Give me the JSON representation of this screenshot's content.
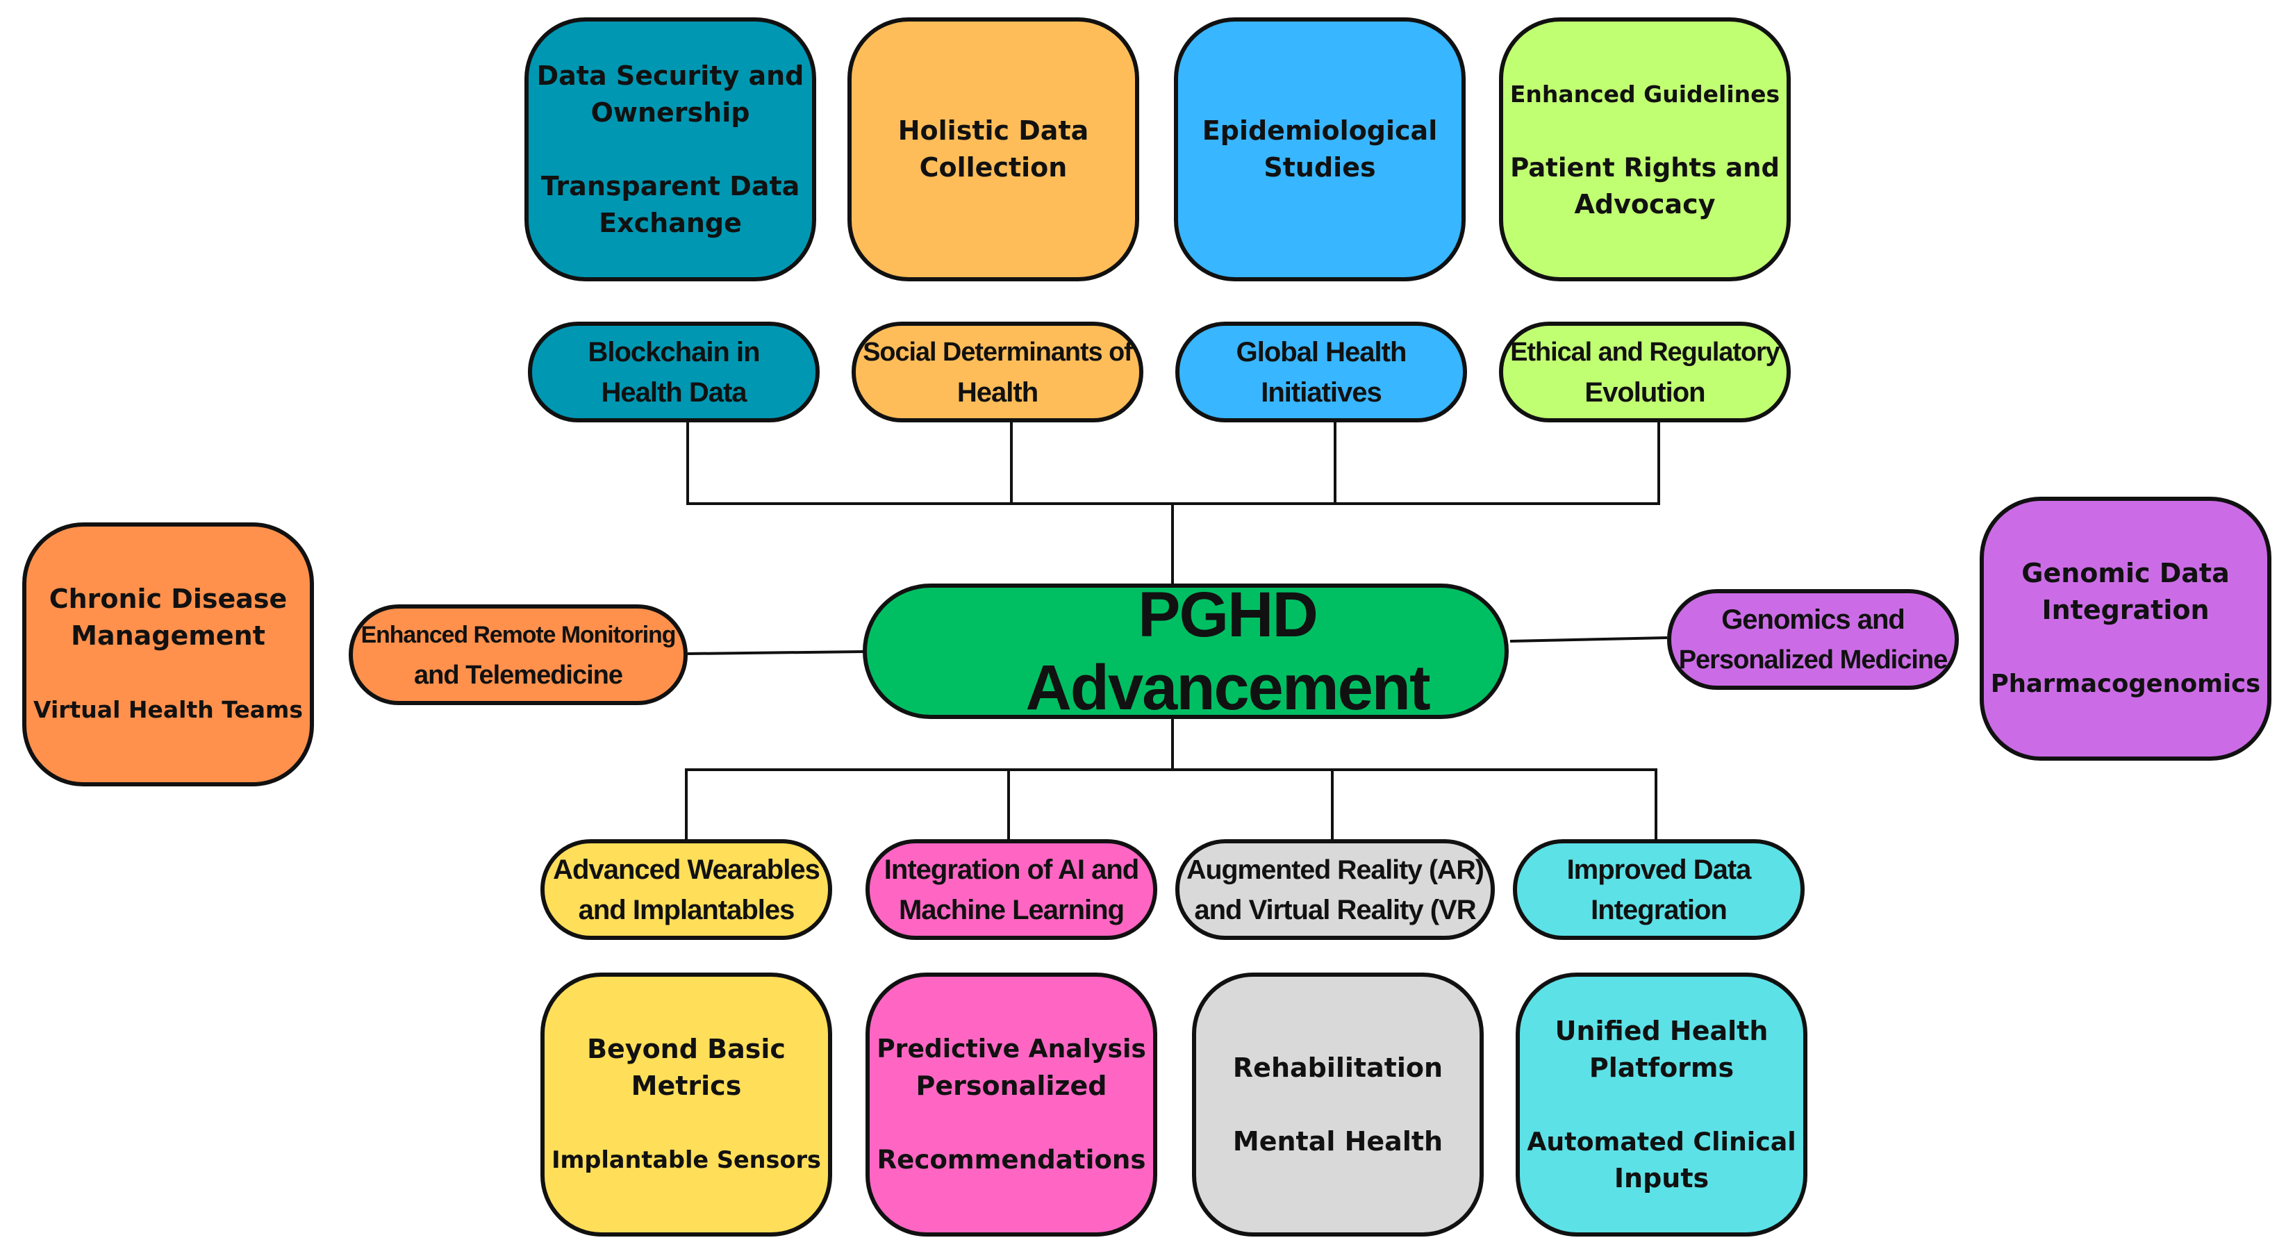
{
  "colors": {
    "teal": "#0097b2",
    "orange_light": "#ffbd59",
    "sky_blue": "#38b6ff",
    "lime": "#c1ff72",
    "orange": "#ff914d",
    "green": "#00bf63",
    "purple": "#cb6ce6",
    "yellow": "#ffde59",
    "pink": "#ff66c4",
    "gray": "#d9d9d9",
    "cyan": "#5ce1e6",
    "outline": "#111111"
  },
  "center": {
    "label": "PGHD Advancement"
  },
  "top_branches": [
    {
      "topic": [
        "Blockchain in",
        "Health Data"
      ],
      "details": [
        [
          "Data Security and",
          "Ownership"
        ],
        [
          "Transparent Data",
          "Exchange"
        ]
      ]
    },
    {
      "topic": [
        "Social Determinants of",
        "Health"
      ],
      "details": [
        [
          "Holistic Data",
          "Collection"
        ]
      ]
    },
    {
      "topic": [
        "Global Health",
        "Initiatives"
      ],
      "details": [
        [
          "Epidemiological",
          "Studies"
        ]
      ]
    },
    {
      "topic": [
        "Ethical and Regulatory",
        "Evolution"
      ],
      "details": [
        [
          "Enhanced Guidelines"
        ],
        [
          "Patient Rights and",
          "Advocacy"
        ]
      ]
    }
  ],
  "left_branch": {
    "topic": [
      "Enhanced Remote Monitoring",
      "and Telemedicine"
    ],
    "details": [
      [
        "Chronic Disease",
        "Management"
      ],
      [
        "Virtual Health Teams"
      ]
    ]
  },
  "right_branch": {
    "topic": [
      "Genomics and",
      "Personalized Medicine"
    ],
    "details": [
      [
        "Genomic Data",
        "Integration"
      ],
      [
        "Pharmacogenomics"
      ]
    ]
  },
  "bottom_branches": [
    {
      "topic": [
        "Advanced Wearables",
        "and Implantables"
      ],
      "details": [
        [
          "Beyond Basic",
          "Metrics"
        ],
        [
          "Implantable Sensors"
        ]
      ]
    },
    {
      "topic": [
        "Integration of AI and",
        "Machine Learning"
      ],
      "details": [
        [
          "Predictive Analysis",
          "Personalized"
        ],
        [
          "Recommendations"
        ]
      ]
    },
    {
      "topic": [
        "Augmented Reality (AR)",
        "and Virtual Reality (VR"
      ],
      "details": [
        [
          "Rehabilitation"
        ],
        [
          "Mental Health"
        ]
      ]
    },
    {
      "topic": [
        "Improved Data",
        "Integration"
      ],
      "details": [
        [
          "Unified Health",
          "Platforms"
        ],
        [
          "Automated Clinical",
          "Inputs"
        ]
      ]
    }
  ]
}
